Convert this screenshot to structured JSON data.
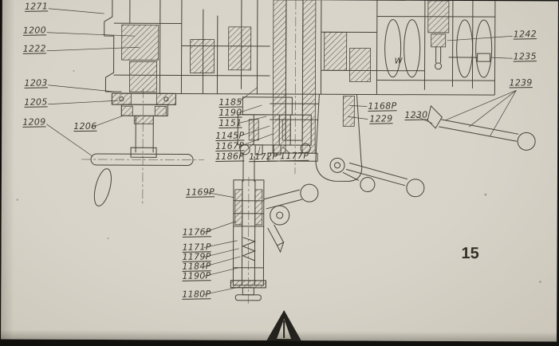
{
  "page": {
    "number": "15"
  },
  "drawing": {
    "w_mark": "W"
  },
  "labels": {
    "p1271": "1271",
    "p1200": "1200",
    "p1222": "1222",
    "p1203": "1203",
    "p1205": "1205",
    "p1209": "1209",
    "p1206": "1206",
    "p1242": "1242",
    "p1235": "1235",
    "p1239": "1239",
    "p1185": "1185",
    "p1190": "1190",
    "p1151": "1151",
    "p1145p": "1145P",
    "p1167p": "1167P",
    "p1186p": "1186P",
    "p1172p": "1172P",
    "p1177p": "1177P",
    "p1168p": "1168P",
    "p1229": "1229",
    "p1230": "1230",
    "p1169p": "1169P",
    "p1176p": "1176P",
    "p1171p": "1171P",
    "p1179p": "1179P",
    "p1184p": "1184P",
    "p1190p": "1190P",
    "p1180p": "1180P"
  },
  "colors": {
    "paper": "#d7d3c8",
    "ink": "#45433b",
    "photo_background": "#12110e"
  }
}
